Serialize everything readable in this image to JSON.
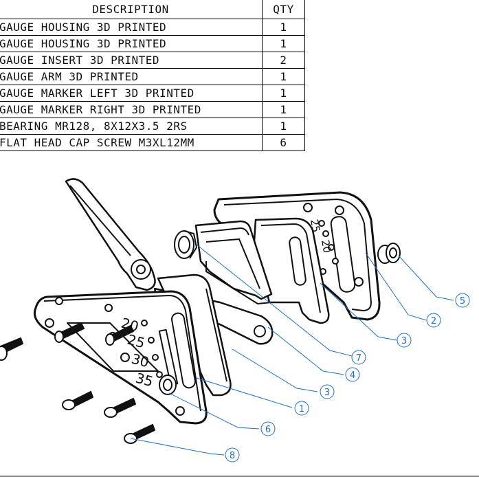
{
  "bom": {
    "headers": {
      "description": "DESCRIPTION",
      "qty": "QTY"
    },
    "rows": [
      {
        "description": "GAUGE HOUSING 3D PRINTED",
        "qty": "1"
      },
      {
        "description": "GAUGE HOUSING 3D PRINTED",
        "qty": "1"
      },
      {
        "description": "GAUGE INSERT 3D PRINTED",
        "qty": "2"
      },
      {
        "description": "GAUGE ARM 3D PRINTED",
        "qty": "1"
      },
      {
        "description": "GAUGE MARKER LEFT 3D PRINTED",
        "qty": "1"
      },
      {
        "description": "GAUGE MARKER RIGHT 3D PRINTED",
        "qty": "1"
      },
      {
        "description": "BEARING MR128, 8X12X3.5 2RS",
        "qty": "1"
      },
      {
        "description": "FLAT HEAD CAP SCREW M3XL12MM",
        "qty": "6"
      }
    ]
  },
  "balloons": {
    "b1": "1",
    "b2": "2",
    "b3a": "3",
    "b3b": "3",
    "b4": "4",
    "b5": "5",
    "b6": "6",
    "b7": "7",
    "b8": "8"
  },
  "scale_labels": {
    "s20": "20",
    "s25": "25",
    "s30": "30",
    "s35": "35",
    "r25": "25",
    "r20": "20"
  },
  "colors": {
    "leader": "#1a6fd1",
    "line": "#111111",
    "background": "#ffffff"
  }
}
